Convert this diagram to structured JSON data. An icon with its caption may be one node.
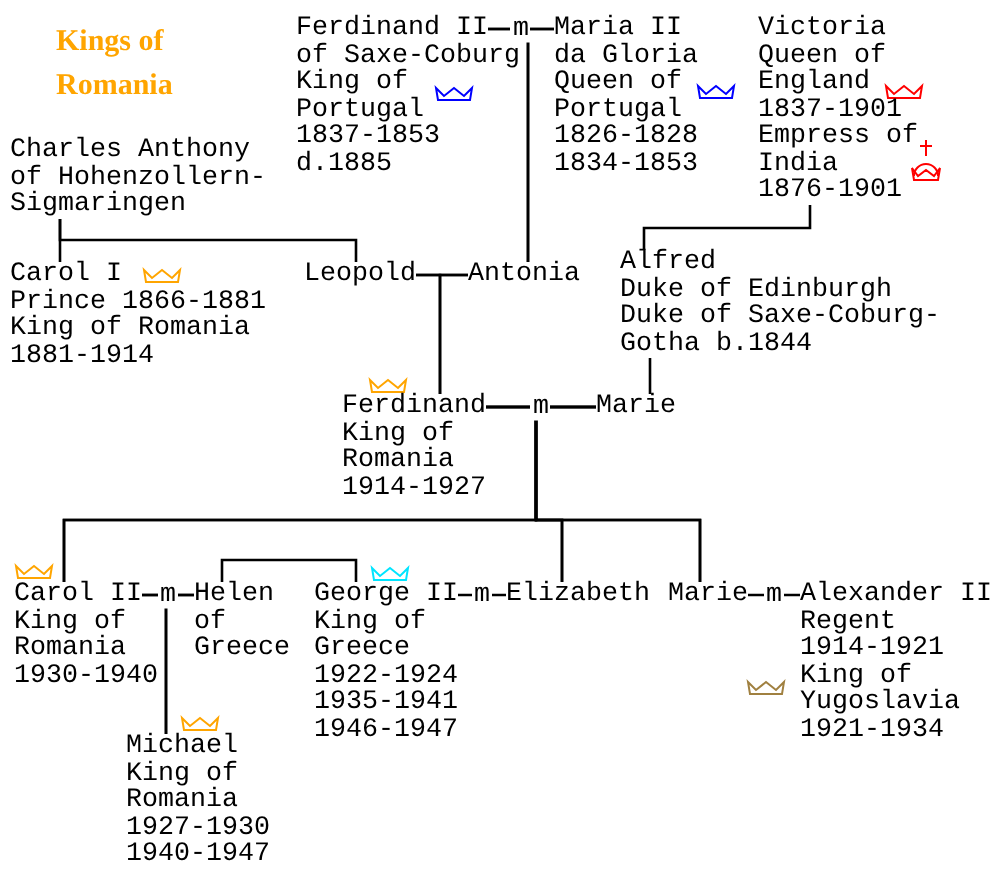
{
  "diagram": {
    "title": "Kings of Romania",
    "nodes": [
      {
        "text": [
          "Charles Anthony of Hohenzollern-Sigmaringen"
        ]
      },
      {
        "text": [
          "Ferdinand II of Saxe-Coburg",
          "King of Portugal 1837-1853 d.1885"
        ]
      },
      {
        "text": [
          "Maria II da Gloria",
          "Queen of Portugal 1826-1828 1834-1853"
        ]
      },
      {
        "text": [
          "Victoria",
          "Queen of England 1837-1901 Empress of India 1876-1901"
        ]
      },
      {
        "text": [
          "Carol I",
          "Prince 1866-1881 King of Romania 1881-1914"
        ]
      },
      {
        "text": [
          "Leopold"
        ]
      },
      {
        "text": [
          "Antonia"
        ]
      },
      {
        "text": [
          "Alfred",
          "Duke of Edinburgh Duke of Saxe-Coburg-Gotha b.1844"
        ]
      },
      {
        "text": [
          "Ferdinand",
          "King of Romania 1914-1927"
        ]
      },
      {
        "text": [
          "Marie"
        ]
      },
      {
        "text": [
          "Carol II",
          "King of Romania 1930-1940"
        ]
      },
      {
        "text": [
          "Helen of Greece"
        ]
      },
      {
        "text": [
          "George II",
          "King of Greece 1922-1924 1935-1941 1946-1947"
        ]
      },
      {
        "text": [
          "Elizabeth"
        ]
      },
      {
        "text": [
          "Marie"
        ]
      },
      {
        "text": [
          "Alexander II",
          "Regent 1914-1921 King of Yugoslavia 1921-1934"
        ]
      },
      {
        "text": [
          "Michael",
          "King of Romania 1927-1930 1940-1947"
        ]
      }
    ],
    "edges": [
      {
        "from": 0,
        "to": 4,
        "arrow": "none"
      },
      {
        "from": 0,
        "to": 5,
        "arrow": "none"
      },
      {
        "from": 1,
        "to": 2,
        "label": "m",
        "arrow": "none"
      },
      {
        "from": 1,
        "to": 6,
        "arrow": "none"
      },
      {
        "from": 2,
        "to": 6,
        "arrow": "none"
      },
      {
        "from": 5,
        "to": 6,
        "arrow": "none"
      },
      {
        "from": 5,
        "to": 8,
        "arrow": "none"
      },
      {
        "from": 6,
        "to": 8,
        "arrow": "none"
      },
      {
        "from": 3,
        "to": 7,
        "arrow": "none"
      },
      {
        "from": 7,
        "to": 9,
        "arrow": "none"
      },
      {
        "from": 8,
        "to": 9,
        "label": "m",
        "arrow": "none"
      },
      {
        "from": 8,
        "to": 10,
        "arrow": "none"
      },
      {
        "from": 9,
        "to": 10,
        "arrow": "none"
      },
      {
        "from": 8,
        "to": 13,
        "arrow": "none"
      },
      {
        "from": 9,
        "to": 13,
        "arrow": "none"
      },
      {
        "from": 8,
        "to": 14,
        "arrow": "none"
      },
      {
        "from": 9,
        "to": 14,
        "arrow": "none"
      },
      {
        "from": 10,
        "to": 11,
        "label": "m",
        "arrow": "none"
      },
      {
        "from": 11,
        "to": 12,
        "arrow": "none"
      },
      {
        "from": 12,
        "to": 13,
        "label": "m",
        "arrow": "none"
      },
      {
        "from": 14,
        "to": 15,
        "label": "m",
        "arrow": "none"
      },
      {
        "from": 10,
        "to": 16,
        "arrow": "none"
      },
      {
        "from": 11,
        "to": 16,
        "arrow": "none"
      }
    ]
  }
}
